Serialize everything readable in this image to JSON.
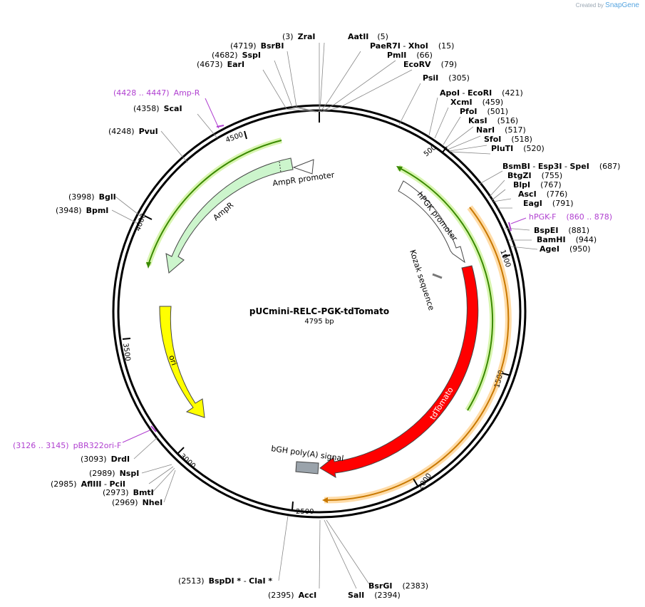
{
  "header": {
    "created_by": "Created by",
    "brand": "SnapGene"
  },
  "map": {
    "name": "pUCmini-RELC-PGK-tdTomato",
    "length_label": "4795 bp",
    "total_bp": 4795,
    "ticks": [
      "500",
      "1000",
      "1500",
      "2000",
      "2500",
      "3000",
      "3500",
      "4000",
      "4500"
    ]
  },
  "enzymes": [
    {
      "id": "zrai",
      "pos": "(3)",
      "name": "ZraI"
    },
    {
      "id": "aatii",
      "pos": "(5)",
      "name": "AatII"
    },
    {
      "id": "bsrbi",
      "pos": "(4719)",
      "name": "BsrBI"
    },
    {
      "id": "paer7i",
      "pos": "(15)",
      "name": "PaeR7I"
    },
    {
      "id": "xhoi",
      "name": "XhoI"
    },
    {
      "id": "sspi",
      "pos": "(4682)",
      "name": "SspI"
    },
    {
      "id": "pmli",
      "pos": "(66)",
      "name": "PmlI"
    },
    {
      "id": "eari",
      "pos": "(4673)",
      "name": "EarI"
    },
    {
      "id": "ecorv",
      "pos": "(79)",
      "name": "EcoRV"
    },
    {
      "id": "psii",
      "pos": "(305)",
      "name": "PsiI"
    },
    {
      "id": "apoi",
      "pos": "(421)",
      "name": "ApoI"
    },
    {
      "id": "ecori",
      "name": "EcoRI"
    },
    {
      "id": "xcmi",
      "pos": "(459)",
      "name": "XcmI"
    },
    {
      "id": "scai",
      "pos": "(4358)",
      "name": "ScaI"
    },
    {
      "id": "pfoi",
      "pos": "(501)",
      "name": "PfoI"
    },
    {
      "id": "kasi",
      "pos": "(516)",
      "name": "KasI"
    },
    {
      "id": "pvui",
      "pos": "(4248)",
      "name": "PvuI"
    },
    {
      "id": "nari",
      "pos": "(517)",
      "name": "NarI"
    },
    {
      "id": "sfoi",
      "pos": "(518)",
      "name": "SfoI"
    },
    {
      "id": "pluti",
      "pos": "(520)",
      "name": "PluTI"
    },
    {
      "id": "bsmbi",
      "name": "BsmBI"
    },
    {
      "id": "esp3i",
      "name": "Esp3I"
    },
    {
      "id": "spei",
      "pos": "(687)",
      "name": "SpeI"
    },
    {
      "id": "btgzi",
      "pos": "(755)",
      "name": "BtgZI"
    },
    {
      "id": "bgli",
      "pos": "(3998)",
      "name": "BglI"
    },
    {
      "id": "blpi",
      "pos": "(767)",
      "name": "BlpI"
    },
    {
      "id": "bpmi",
      "pos": "(3948)",
      "name": "BpmI"
    },
    {
      "id": "asci",
      "pos": "(776)",
      "name": "AscI"
    },
    {
      "id": "eagi",
      "pos": "(791)",
      "name": "EagI"
    },
    {
      "id": "bspei",
      "pos": "(881)",
      "name": "BspEI"
    },
    {
      "id": "bamhi",
      "pos": "(944)",
      "name": "BamHI"
    },
    {
      "id": "agei",
      "pos": "(950)",
      "name": "AgeI"
    },
    {
      "id": "drdi",
      "pos": "(3093)",
      "name": "DrdI"
    },
    {
      "id": "nspi",
      "pos": "(2989)",
      "name": "NspI"
    },
    {
      "id": "afliii",
      "pos": "(2985)",
      "name": "AflIII"
    },
    {
      "id": "pcii",
      "name": "PciI"
    },
    {
      "id": "bmti",
      "pos": "(2973)",
      "name": "BmtI"
    },
    {
      "id": "nhei",
      "pos": "(2969)",
      "name": "NheI"
    },
    {
      "id": "bspdi",
      "pos": "(2513)",
      "name": "BspDI *"
    },
    {
      "id": "clai",
      "name": "ClaI *"
    },
    {
      "id": "bsrgi",
      "pos": "(2383)",
      "name": "BsrGI"
    },
    {
      "id": "acci",
      "pos": "(2395)",
      "name": "AccI"
    },
    {
      "id": "sali",
      "pos": "(2394)",
      "name": "SalI"
    }
  ],
  "primers": [
    {
      "id": "amp-r",
      "range": "(4428 .. 4447)",
      "name": "Amp-R"
    },
    {
      "id": "hpgk-f",
      "range": "(860 .. 878)",
      "name": "hPGK-F"
    },
    {
      "id": "pbr322ori-f",
      "range": "(3126 .. 3145)",
      "name": "pBR322ori-F"
    }
  ],
  "features": [
    {
      "id": "ampr-promoter",
      "label": "AmpR promoter",
      "color": "#ffffff"
    },
    {
      "id": "ampr",
      "label": "AmpR",
      "color": "#ccf5cc"
    },
    {
      "id": "ori",
      "label": "ori",
      "color": "#ffff00"
    },
    {
      "id": "hpgk-promoter",
      "label": "hPGK promoter",
      "color": "#ffffff"
    },
    {
      "id": "kozak",
      "label": "Kozak sequence",
      "color": "#8a8a8a"
    },
    {
      "id": "tdtomato",
      "label": "tdTomato",
      "color": "#ff0000"
    },
    {
      "id": "bgh",
      "label": "bGH poly(A) signal",
      "color": "#9aa3ab"
    }
  ],
  "colors": {
    "orf_green": "#2e8b00",
    "orf_green_glow": "#ccf0a0",
    "orf_orange": "#c87800",
    "orf_orange_glow": "#ffd9a0",
    "primer": "#b040d0",
    "backbone": "#000000"
  }
}
